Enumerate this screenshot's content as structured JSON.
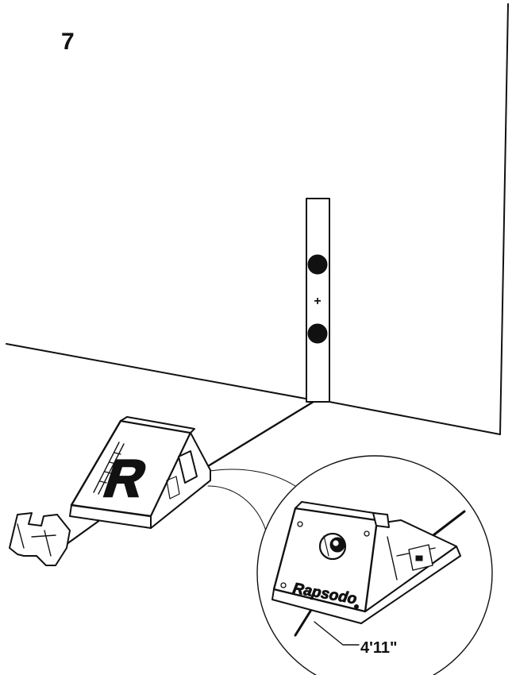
{
  "step": {
    "number": "7"
  },
  "wall_target": {
    "marker": "+"
  },
  "device": {
    "logo_letter": "R",
    "brand": "Rapsodo"
  },
  "measurement": {
    "distance": "4'11\""
  },
  "colors": {
    "line": "#111111",
    "background": "#ffffff"
  }
}
